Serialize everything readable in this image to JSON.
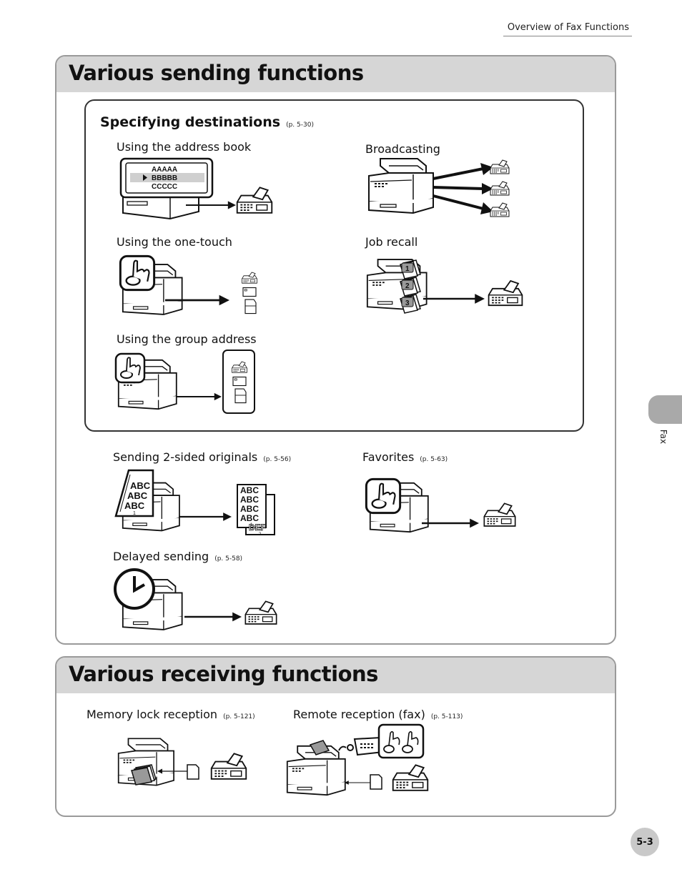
{
  "header": {
    "title": "Overview of Fax Functions"
  },
  "sending": {
    "title": "Various sending functions",
    "specifying": {
      "title": "Specifying destinations",
      "ref": "(p. 5-30)",
      "address_book": {
        "label": "Using the address book",
        "display_lines": [
          "AAAAA",
          "BBBBB",
          "CCCCC"
        ]
      },
      "broadcasting": {
        "label": "Broadcasting"
      },
      "one_touch": {
        "label": "Using the one-touch"
      },
      "job_recall": {
        "label": "Job recall",
        "badges": [
          "1",
          "2",
          "3"
        ]
      },
      "group_address": {
        "label": "Using the group address"
      }
    },
    "two_sided": {
      "label": "Sending 2-sided originals",
      "ref": "(p. 5-56)",
      "front_text": "ABC",
      "back_text": "DEF",
      "page_1": "1",
      "page_2": "2"
    },
    "favorites": {
      "label": "Favorites",
      "ref": "(p. 5-63)"
    },
    "delayed": {
      "label": "Delayed sending",
      "ref": "(p. 5-58)"
    }
  },
  "receiving": {
    "title": "Various receiving functions",
    "memory_lock": {
      "label": "Memory lock reception",
      "ref": "(p. 5-121)"
    },
    "remote": {
      "label": "Remote reception (fax)",
      "ref": "(p. 5-113)"
    }
  },
  "side_tab": {
    "label": "Fax"
  },
  "page_number": "5-3"
}
